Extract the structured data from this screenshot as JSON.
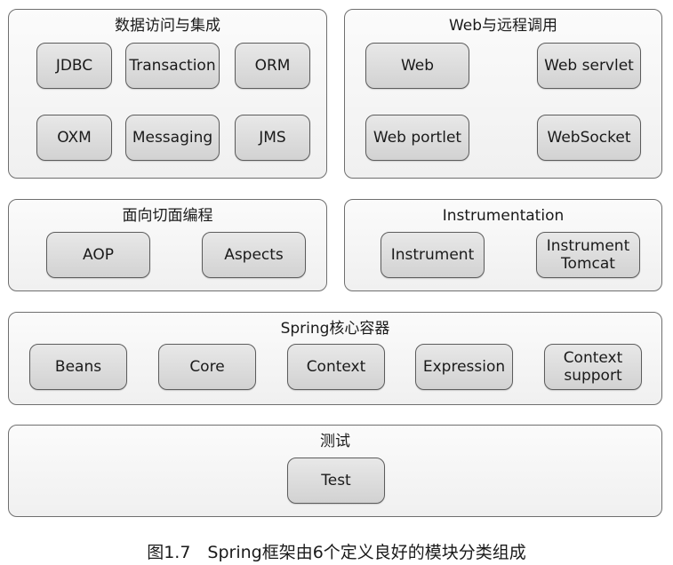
{
  "groups": {
    "data_access": {
      "title": "数据访问与集成",
      "modules": [
        "JDBC",
        "Transaction",
        "ORM",
        "OXM",
        "Messaging",
        "JMS"
      ]
    },
    "web": {
      "title": "Web与远程调用",
      "modules": [
        "Web",
        "Web servlet",
        "Web portlet",
        "WebSocket"
      ]
    },
    "aop": {
      "title": "面向切面编程",
      "modules": [
        "AOP",
        "Aspects"
      ]
    },
    "instrumentation": {
      "title": "Instrumentation",
      "modules": [
        "Instrument",
        "Instrument\nTomcat"
      ]
    },
    "core_container": {
      "title": "Spring核心容器",
      "modules": [
        "Beans",
        "Core",
        "Context",
        "Expression",
        "Context\nsupport"
      ]
    },
    "test": {
      "title": "测试",
      "modules": [
        "Test"
      ]
    }
  },
  "caption": "图1.7　Spring框架由6个定义良好的模块分类组成"
}
